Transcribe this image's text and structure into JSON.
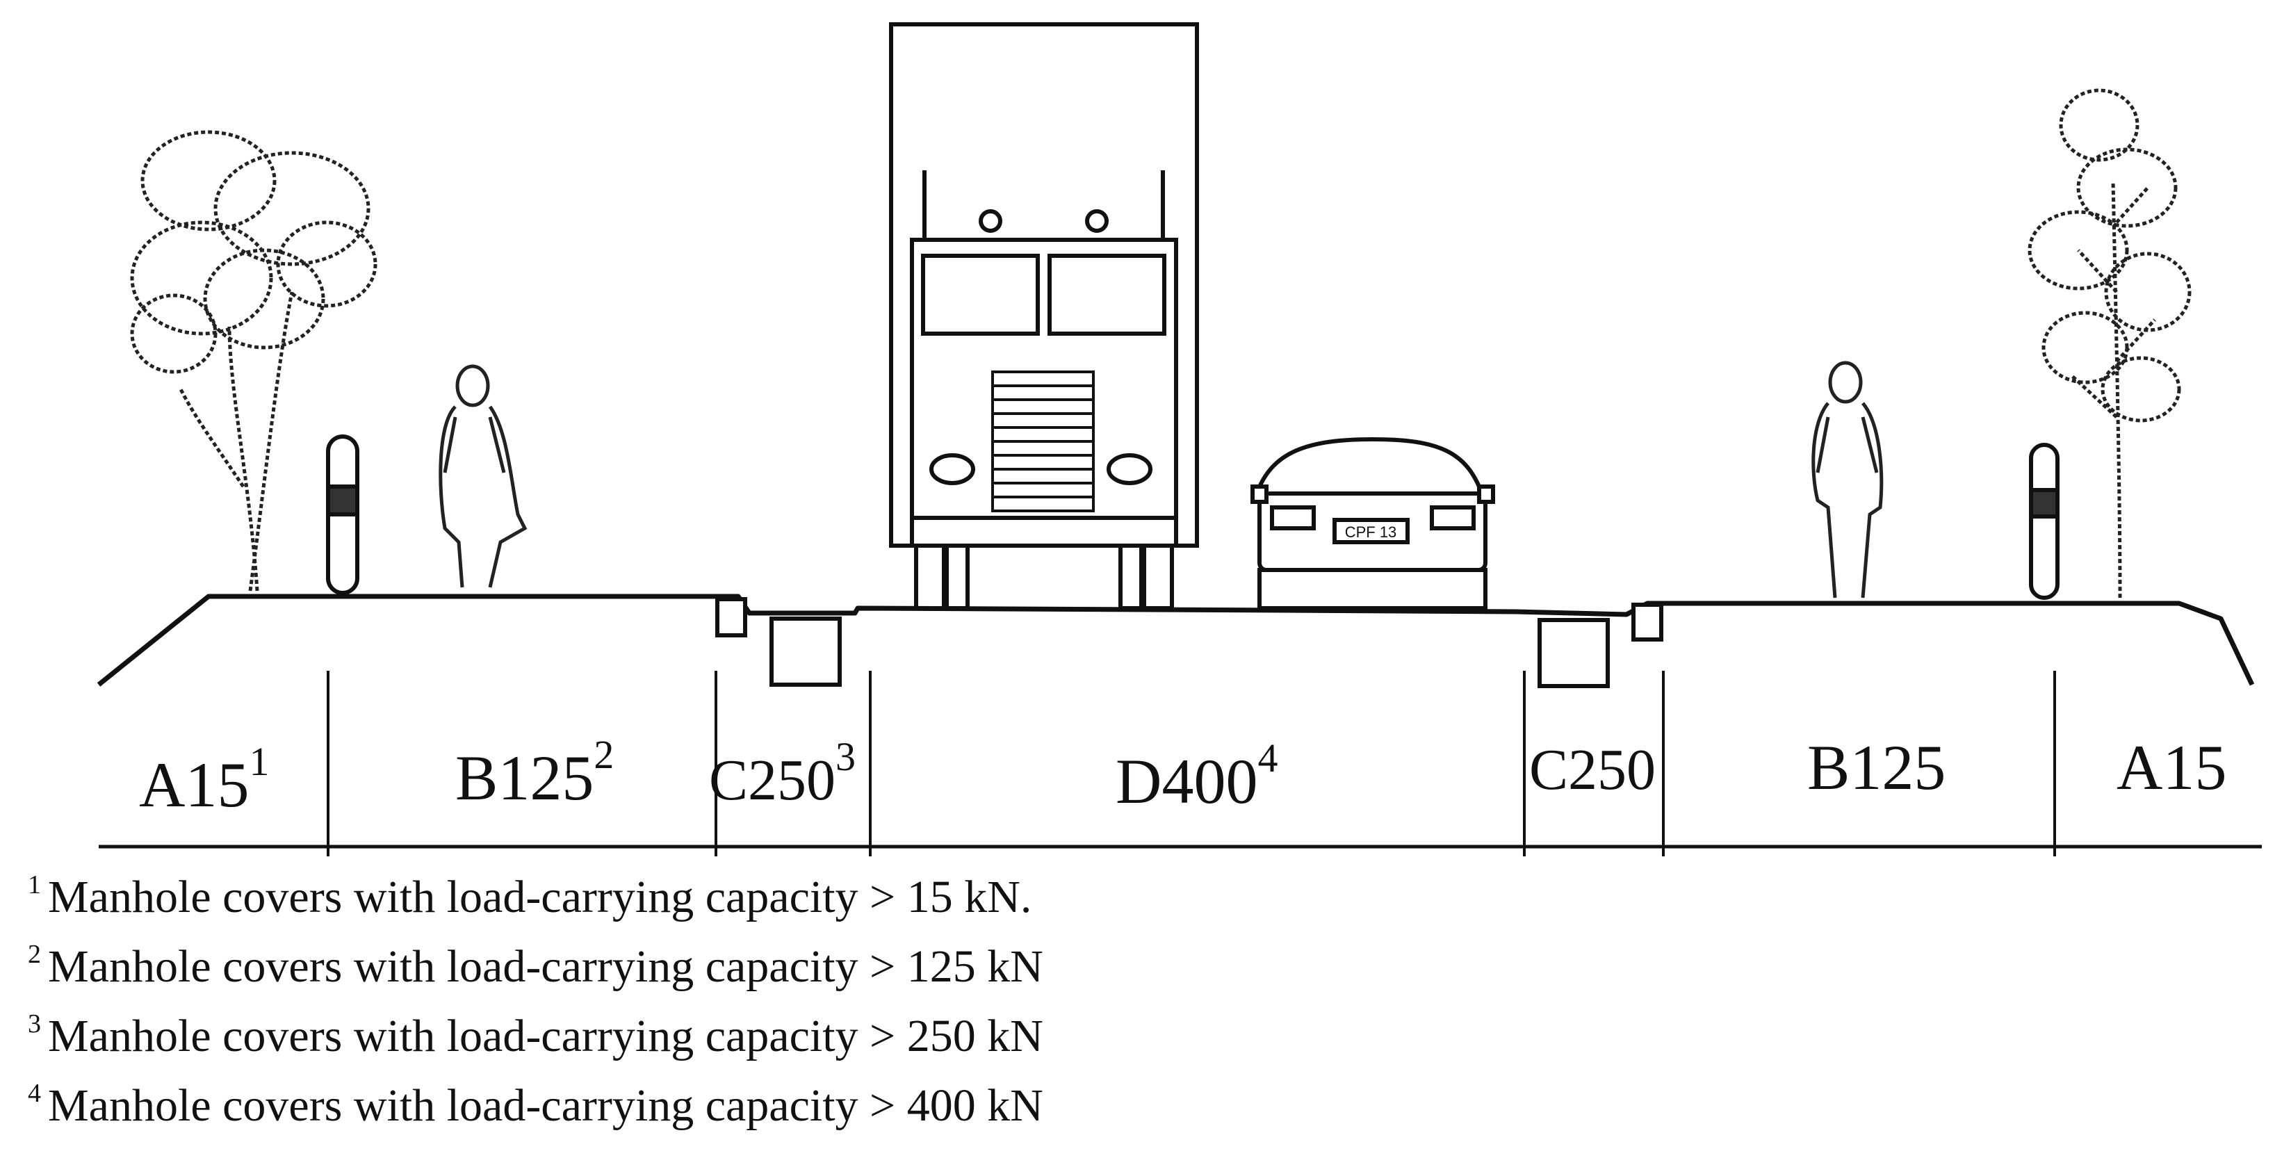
{
  "zones": [
    {
      "label": "A15",
      "sup": "1"
    },
    {
      "label": "B125",
      "sup": "2"
    },
    {
      "label": "C250",
      "sup": "3"
    },
    {
      "label": "D400",
      "sup": "4"
    },
    {
      "label": "C250",
      "sup": ""
    },
    {
      "label": "B125",
      "sup": ""
    },
    {
      "label": "A15",
      "sup": ""
    }
  ],
  "notes": [
    {
      "num": "1",
      "text": "Manhole covers with load-carrying capacity > 15 kN."
    },
    {
      "num": "2",
      "text": "Manhole covers with load-carrying capacity > 125 kN"
    },
    {
      "num": "3",
      "text": "Manhole covers with load-carrying capacity > 250 kN"
    },
    {
      "num": "4",
      "text": "Manhole covers with load-carrying capacity > 400 kN"
    }
  ],
  "car": {
    "plate": "CPF 13"
  },
  "colors": {
    "ink": "#111111",
    "background": "#ffffff"
  }
}
